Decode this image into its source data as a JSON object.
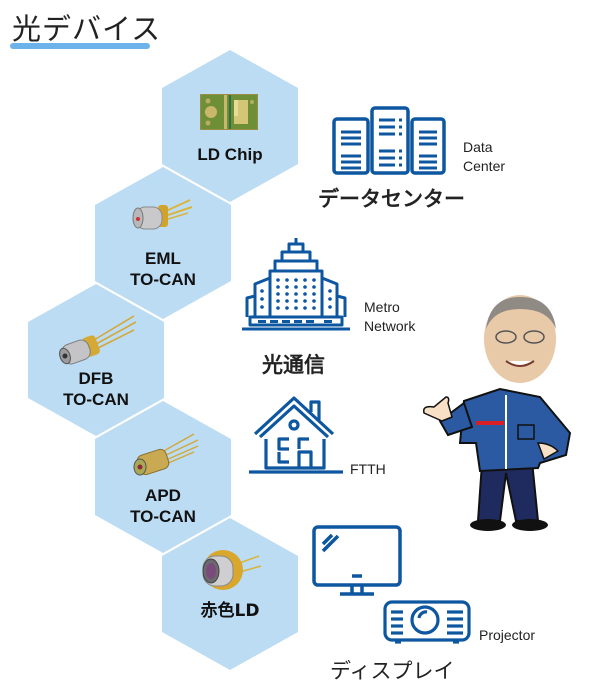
{
  "title": "光デバイス",
  "accent_color": "#6db3ea",
  "hex_color": "#bcdcf4",
  "icon_color": "#0d56a0",
  "devices": [
    {
      "id": "ld-chip",
      "label_lines": [
        "LD Chip"
      ],
      "image": "laser-diode-chip-photo"
    },
    {
      "id": "eml-to-can",
      "label_lines": [
        "EML",
        "TO-CAN"
      ],
      "image": "eml-to-can-package-photo"
    },
    {
      "id": "dfb-to-can",
      "label_lines": [
        "DFB",
        "TO-CAN"
      ],
      "image": "dfb-to-can-package-photo"
    },
    {
      "id": "apd-to-can",
      "label_lines": [
        "APD",
        "TO-CAN"
      ],
      "image": "apd-to-can-package-photo"
    },
    {
      "id": "red-ld",
      "label_lines": [
        "赤色LD"
      ],
      "image": "red-laser-diode-photo"
    }
  ],
  "applications": {
    "data_center": {
      "en_lines": [
        "Data",
        "Center"
      ],
      "jp": "データセンター",
      "icon": "data-center-servers-icon"
    },
    "metro": {
      "en_lines": [
        "Metro",
        "Network"
      ],
      "icon": "city-building-icon"
    },
    "optical_comm": {
      "jp": "光通信"
    },
    "ftth": {
      "en": "FTTH",
      "icon": "house-icon"
    },
    "display": {
      "en": "Projector",
      "jp": "ディスプレイ",
      "icons": [
        "monitor-icon",
        "projector-icon"
      ]
    }
  },
  "mascot": {
    "description": "cartoon-character-in-blue-uniform-gesturing"
  }
}
